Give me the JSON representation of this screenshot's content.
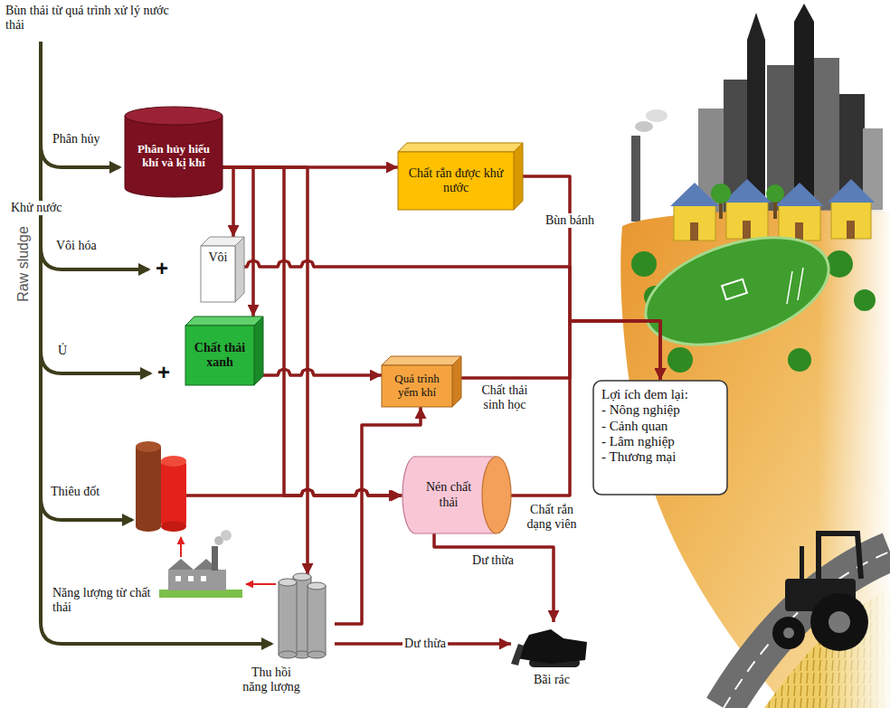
{
  "diagram": {
    "nodes": [
      {
        "text": [
          "Phân hủy hiếu khí và kị khí"
        ]
      },
      {
        "text": [
          "Chất rắn được khử nước"
        ]
      },
      {
        "text": [
          "Vôi"
        ]
      },
      {
        "text": [
          "Chất thải xanh"
        ]
      },
      {
        "text": [
          "Quá trình yếm khí"
        ]
      },
      {
        "text": [
          "Lợi ích đem lại:",
          "- Nông nghiệp",
          "- Cảnh quan",
          "- Lâm nghiệp",
          "- Thương mại"
        ]
      },
      {
        "text": [
          "Nén chất thải"
        ]
      },
      {
        "text": [
          "Thu hồi năng lượng"
        ]
      },
      {
        "text": [
          "Bãi rác"
        ]
      }
    ],
    "edges": [
      {
        "from": 0,
        "to": 1,
        "arrow": "to"
      },
      {
        "from": 0,
        "to": 2,
        "arrow": "to"
      },
      {
        "from": 0,
        "to": 3,
        "arrow": "to"
      },
      {
        "from": 0,
        "to": 6,
        "arrow": "to"
      },
      {
        "from": 0,
        "to": 7,
        "arrow": "to"
      },
      {
        "from": 3,
        "to": 4,
        "arrow": "to"
      },
      {
        "from": 7,
        "to": 4,
        "arrow": "to"
      },
      {
        "from": 1,
        "to": 5,
        "label": "Bùn bánh",
        "arrow": "to"
      },
      {
        "from": 2,
        "to": 5,
        "arrow": "to"
      },
      {
        "from": 4,
        "to": 5,
        "label": "Chất thải sinh học",
        "arrow": "to"
      },
      {
        "from": 6,
        "to": 5,
        "label": "Chất rắn dạng viên",
        "arrow": "to"
      },
      {
        "from": 6,
        "to": 8,
        "label": "Dư thừa",
        "arrow": "to"
      },
      {
        "from": 7,
        "to": 8,
        "label": "Dư thừa",
        "arrow": "to"
      }
    ],
    "labels": [
      "Bùn thải từ quá trình xử lý nước thải",
      "Raw sludge",
      "Phân hủy",
      "Khử nước",
      "Vôi hóa",
      "+",
      "Ủ",
      "+",
      "Thiêu đốt",
      "Năng lượng từ chất thải"
    ]
  }
}
